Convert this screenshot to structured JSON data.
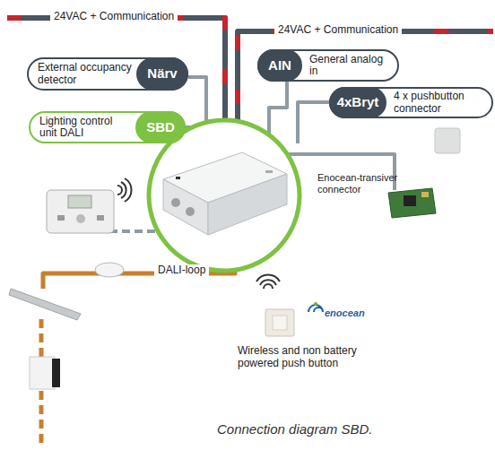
{
  "diagram": {
    "caption": "Connection diagram SBD.",
    "nodes": [
      {
        "text": [
          "External occupancy detector",
          "Närv"
        ]
      },
      {
        "text": [
          "AIN",
          "General analog in"
        ]
      },
      {
        "text": [
          "4xBryt",
          "4 x pushbutton connector"
        ]
      },
      {
        "text": [
          "Lighting control unit DALI",
          "SBD"
        ]
      }
    ],
    "labels": [
      "24VAC + Communication",
      "24VAC + Communication",
      "Enocean-transiver connector",
      "DALI-loop",
      "enocean",
      "Wireless and non battery powered push button"
    ]
  }
}
